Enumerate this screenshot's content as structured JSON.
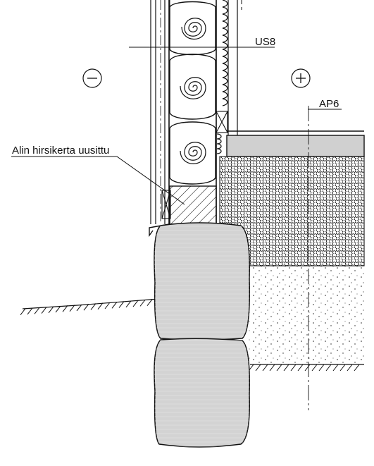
{
  "labels": {
    "us8": "US8",
    "ap6": "AP6",
    "bottom_log": "Alin hirsikerta uusittu",
    "minus_side": "−",
    "plus_side": "+"
  },
  "colors": {
    "line": "#111111",
    "stone": "#d3d3d3",
    "slab": "#d0d0d0",
    "background": "#ffffff"
  }
}
